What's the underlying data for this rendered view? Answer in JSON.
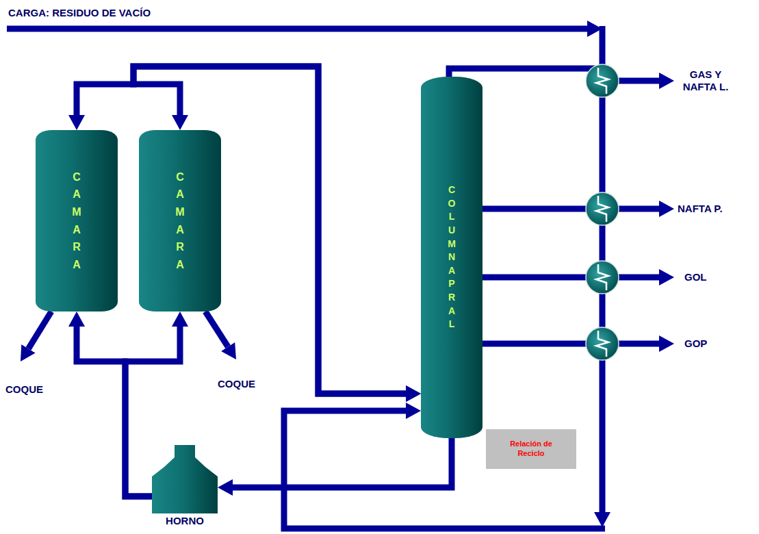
{
  "diagram": {
    "nodes": [
      {
        "text": [
          "CAMARA"
        ]
      },
      {
        "text": [
          "CAMARA"
        ]
      },
      {
        "text": [
          "COLUMNA PRAL"
        ]
      },
      {
        "text": [
          "HORNO"
        ]
      },
      {
        "text": [
          "Relación de Reciclo"
        ]
      }
    ],
    "edges": [
      {
        "from": 0,
        "to": 2,
        "arrow": "both"
      },
      {
        "from": 1,
        "to": 2,
        "arrow": "both"
      },
      {
        "from": 3,
        "to": 0,
        "arrow": "to"
      },
      {
        "from": 3,
        "to": 1,
        "arrow": "to"
      },
      {
        "from": 2,
        "to": 3,
        "arrow": "to"
      }
    ],
    "labels": [
      "CARGA: RESIDUO DE VACÍO",
      "GAS Y NAFTA L.",
      "NAFTA P.",
      "GOL",
      "GOP",
      "COQUE",
      "COQUE"
    ]
  }
}
